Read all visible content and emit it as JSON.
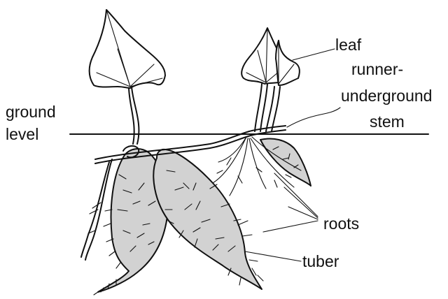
{
  "labels": {
    "leaf": "leaf",
    "runner_line1": "runner-",
    "runner_line2": "underground",
    "runner_line3": "stem",
    "ground_line1": "ground",
    "ground_line2": "level",
    "roots": "roots",
    "tuber": "tuber"
  },
  "colors": {
    "ink": "#111111",
    "tuber_fill": "#d2d2d2",
    "background": "#ffffff"
  }
}
